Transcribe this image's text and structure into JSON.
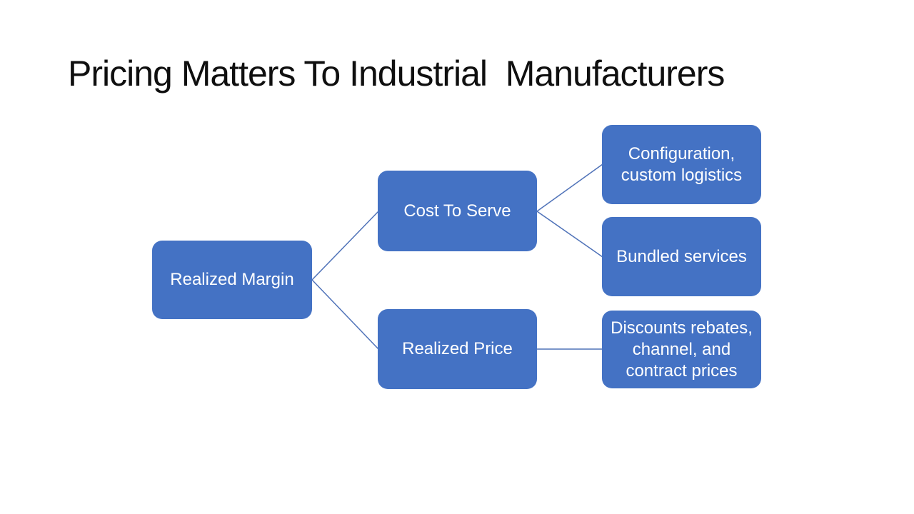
{
  "slide": {
    "title": "Pricing Matters To Industrial  Manufacturers"
  },
  "colors": {
    "background": "#ffffff",
    "box-fill": "#4472C4",
    "box-text": "#ffffff",
    "connector": "#4f72b8",
    "title-text": "#0f0f0f"
  },
  "diagram": {
    "type": "hierarchy",
    "orientation": "left-to-right",
    "nodes": [
      {
        "id": "realized-margin",
        "label": "Realized Margin",
        "level": 1,
        "parent": null
      },
      {
        "id": "cost-to-serve",
        "label": "Cost To Serve",
        "level": 2,
        "parent": "realized-margin"
      },
      {
        "id": "realized-price",
        "label": "Realized Price",
        "level": 2,
        "parent": "realized-margin"
      },
      {
        "id": "configuration-custom-logistics",
        "label": "Configuration,\ncustom logistics",
        "level": 3,
        "parent": "cost-to-serve"
      },
      {
        "id": "bundled-services",
        "label": "Bundled services",
        "level": 3,
        "parent": "cost-to-serve"
      },
      {
        "id": "discounts-rebates-channel-contract-prices",
        "label": "Discounts rebates,\nchannel, and\ncontract prices",
        "level": 3,
        "parent": "realized-price"
      }
    ],
    "edges": [
      {
        "from": "realized-margin",
        "to": "cost-to-serve"
      },
      {
        "from": "realized-margin",
        "to": "realized-price"
      },
      {
        "from": "cost-to-serve",
        "to": "configuration-custom-logistics"
      },
      {
        "from": "cost-to-serve",
        "to": "bundled-services"
      },
      {
        "from": "realized-price",
        "to": "discounts-rebates-channel-contract-prices"
      }
    ]
  }
}
